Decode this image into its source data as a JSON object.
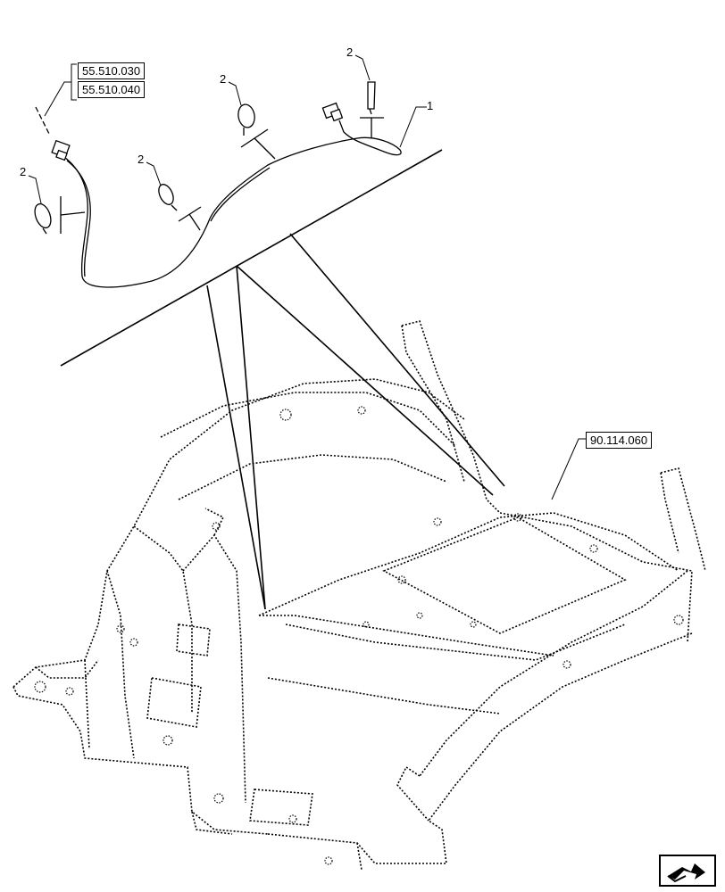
{
  "references": {
    "ref_top_1": "55.510.030",
    "ref_top_2": "55.510.040",
    "ref_frame": "90.114.060"
  },
  "callouts": {
    "harness": "1",
    "clip_a": "2",
    "clip_b": "2",
    "clip_c": "2",
    "clip_d": "2"
  },
  "nav_icon": "next-page-arrow-icon"
}
